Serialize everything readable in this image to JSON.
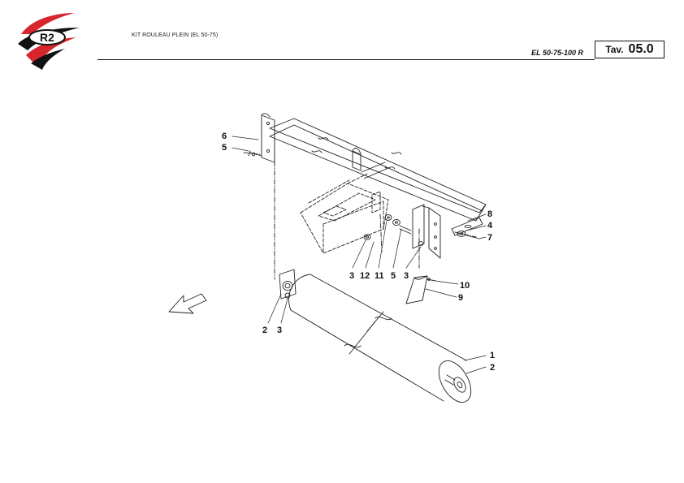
{
  "header": {
    "title": "KIT ROULEAU PLEIN (EL 50-75)",
    "model_code": "EL 50-75-100 R",
    "table_prefix": "Tav.",
    "table_number": "05.0"
  },
  "logo": {
    "text": "R2",
    "colors": {
      "primary": "#d7262b",
      "dark": "#111111"
    }
  },
  "callouts": {
    "c6": "6",
    "c5_top": "5",
    "c8": "8",
    "c4": "4",
    "c7": "7",
    "c3_a": "3",
    "c12": "12",
    "c11": "11",
    "c5_mid": "5",
    "c3_b": "3",
    "c10": "10",
    "c9": "9",
    "c2_left": "2",
    "c3_left": "3",
    "c1": "1",
    "c2_right": "2"
  }
}
